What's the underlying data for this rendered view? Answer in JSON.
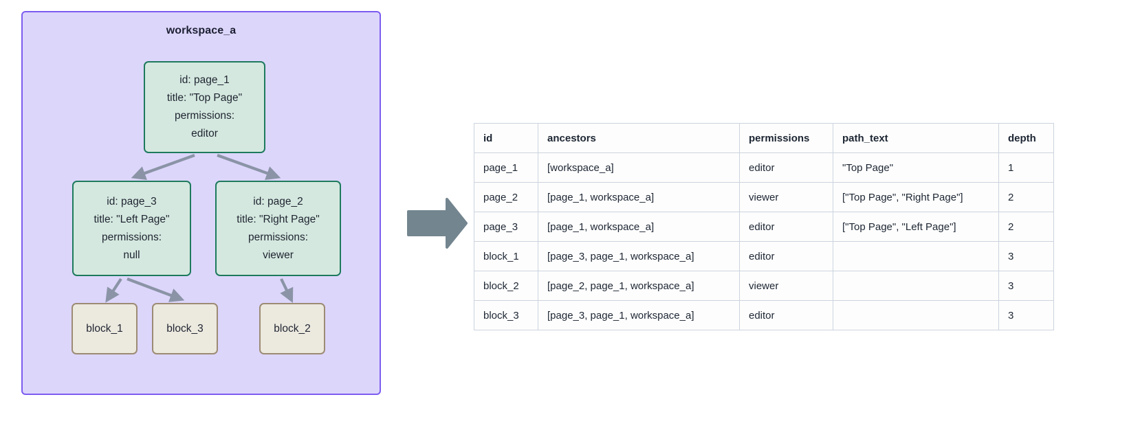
{
  "workspace": {
    "title": "workspace_a",
    "fill_color": "#ddd6fb",
    "border_color": "#7c5cf0",
    "nodes": [
      {
        "key": "page_1",
        "kind": "page",
        "lines": [
          "id: page_1",
          "title: \"Top Page\"",
          "permissions:",
          "editor"
        ]
      },
      {
        "key": "page_3",
        "kind": "page",
        "lines": [
          "id: page_3",
          "title: \"Left Page\"",
          "permissions:",
          "null"
        ]
      },
      {
        "key": "page_2",
        "kind": "page",
        "lines": [
          "id: page_2",
          "title: \"Right Page\"",
          "permissions:",
          "viewer"
        ]
      },
      {
        "key": "block_1",
        "kind": "block",
        "lines": [
          "block_1"
        ]
      },
      {
        "key": "block_3",
        "kind": "block",
        "lines": [
          "block_3"
        ]
      },
      {
        "key": "block_2",
        "kind": "block",
        "lines": [
          "block_2"
        ]
      }
    ],
    "edges": [
      {
        "from": "page_1",
        "to": "page_3"
      },
      {
        "from": "page_1",
        "to": "page_2"
      },
      {
        "from": "page_3",
        "to": "block_1"
      },
      {
        "from": "page_3",
        "to": "block_3"
      },
      {
        "from": "page_2",
        "to": "block_2"
      }
    ],
    "node_colors": {
      "page_fill": "#d4e8df",
      "page_border": "#1d7a5d",
      "block_fill": "#ece9df",
      "block_border": "#9c8b74",
      "edge": "#8a94a6"
    }
  },
  "transform_arrow": {
    "direction": "right",
    "color": "#73858f"
  },
  "table": {
    "columns": [
      "id",
      "ancestors",
      "permissions",
      "path_text",
      "depth"
    ],
    "rows": [
      {
        "id": "page_1",
        "ancestors": "[workspace_a]",
        "permissions": "editor",
        "path_text": "\"Top Page\"",
        "depth": "1"
      },
      {
        "id": "page_2",
        "ancestors": "[page_1, workspace_a]",
        "permissions": "viewer",
        "path_text": "[\"Top Page\", \"Right Page\"]",
        "depth": "2"
      },
      {
        "id": "page_3",
        "ancestors": "[page_1, workspace_a]",
        "permissions": "editor",
        "path_text": "[\"Top Page\", \"Left Page\"]",
        "depth": "2"
      },
      {
        "id": "block_1",
        "ancestors": "[page_3, page_1, workspace_a]",
        "permissions": "editor",
        "path_text": "",
        "depth": "3"
      },
      {
        "id": "block_2",
        "ancestors": "[page_2, page_1, workspace_a]",
        "permissions": "viewer",
        "path_text": "",
        "depth": "3"
      },
      {
        "id": "block_3",
        "ancestors": "[page_3, page_1, workspace_a]",
        "permissions": "editor",
        "path_text": "",
        "depth": "3"
      }
    ],
    "border_color": "#ccd4de",
    "text_color": "#1d2633"
  }
}
